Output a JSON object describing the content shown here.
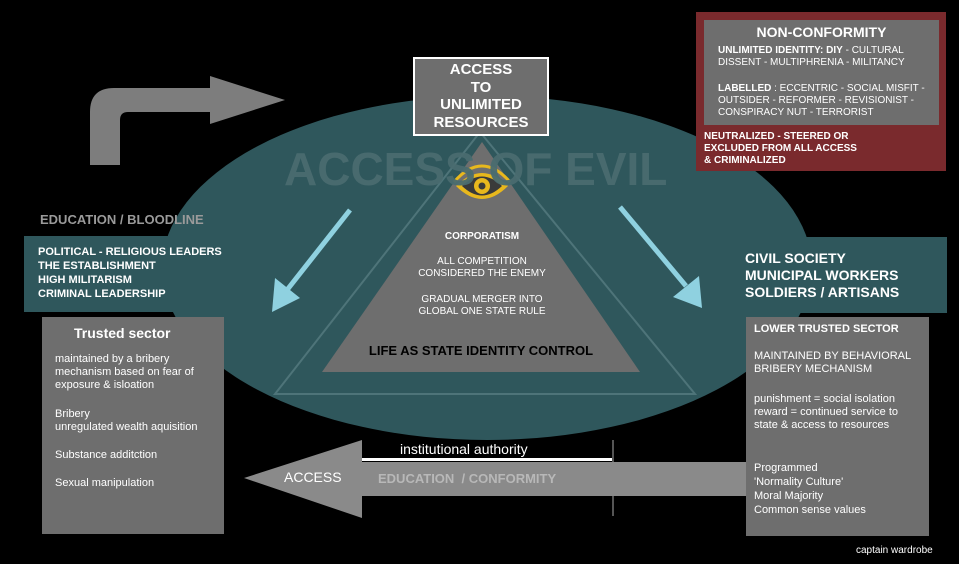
{
  "main_title": "ACCESS OF EVIL",
  "top_box": {
    "lines": [
      "ACCESS",
      "TO",
      "UNLIMITED",
      "RESOURCES"
    ]
  },
  "pyramid": {
    "heading": "CORPORATISM",
    "text1": [
      "ALL COMPETITION",
      "CONSIDERED THE ENEMY"
    ],
    "text2": [
      "GRADUAL MERGER INTO",
      "GLOBAL ONE STATE RULE"
    ],
    "base_label": "LIFE AS STATE IDENTITY CONTROL"
  },
  "non_conformity": {
    "title": "NON-CONFORMITY",
    "identity_label": "UNLIMITED IDENTITY: DIY",
    "identity_rest": " - CULTURAL",
    "identity_line2": "DISSENT - MULTIPHRENIA - MILITANCY",
    "labelled_label": "LABELLED",
    "labelled_rest": " : ECCENTRIC - SOCIAL MISFIT -",
    "labelled_line2": "OUTSIDER - REFORMER - REVISIONIST -",
    "labelled_line3": "CONSPIRACY NUT - TERRORIST",
    "footer": [
      "NEUTRALIZED - STEERED OR",
      "EXCLUDED FROM ALL ACCESS",
      "& CRIMINALIZED"
    ]
  },
  "left": {
    "heading": "EDUCATION / BLOODLINE",
    "band": [
      "POLITICAL - RELIGIOUS LEADERS",
      "THE ESTABLISHMENT",
      "HIGH MILITARISM",
      "CRIMINAL LEADERSHIP"
    ],
    "box_title": "Trusted sector",
    "items": [
      [
        "maintained by a bribery",
        "mechanism based on fear of",
        "exposure & isloation"
      ],
      [
        "Bribery",
        "unregulated wealth aquisition"
      ],
      [
        "Substance additction"
      ],
      [
        "Sexual manipulation"
      ]
    ]
  },
  "right": {
    "band": [
      "CIVIL SOCIETY",
      "MUNICIPAL WORKERS",
      "SOLDIERS / ARTISANS"
    ],
    "box_title": "LOWER TRUSTED SECTOR",
    "items": [
      [
        "MAINTAINED BY BEHAVIORAL",
        "BRIBERY MECHANISM"
      ],
      [
        "punishment = social isolation",
        "reward = continued service to",
        "state & access to  resources"
      ],
      [
        "Programmed",
        "'Normality Culture'",
        "Moral Majority",
        "Common sense values"
      ]
    ]
  },
  "bottom": {
    "authority": "institutional authority",
    "arrow_label": "ACCESS",
    "arrow_text": "EDUCATION  / CONFORMITY"
  },
  "credit": "captain wardrobe",
  "colors": {
    "teal": "#2f575c",
    "gray": "#6e6e6e",
    "red": "#7a2a2d",
    "arrow_blue": "#8fd1e0",
    "eye": "#e8b81d"
  }
}
